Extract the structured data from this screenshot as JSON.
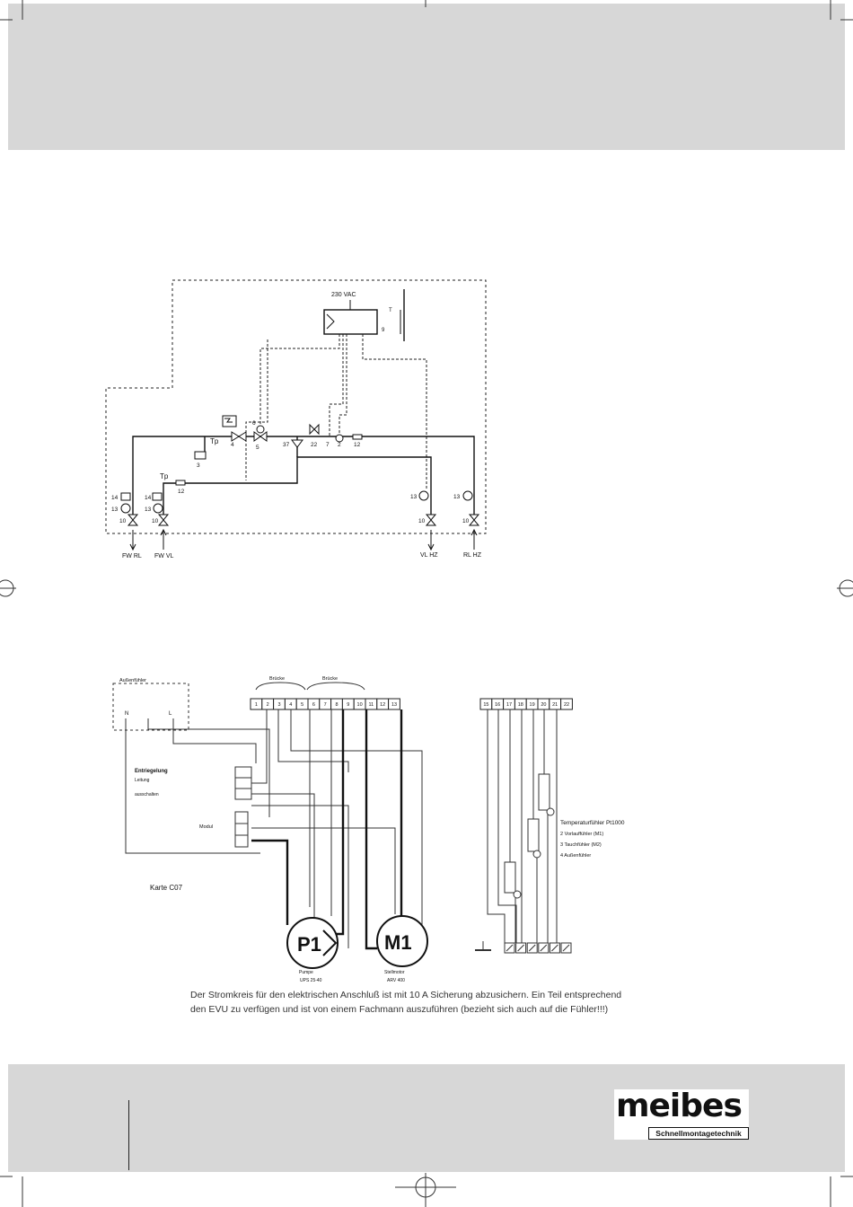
{
  "hydraulic": {
    "supply_voltage": "230 VAC",
    "sensor_t": "T",
    "tp": "Tp",
    "labels": {
      "n9": "9",
      "n4": "4",
      "n5": "5",
      "n6": "6",
      "n37": "37",
      "n22": "22",
      "n7": "7",
      "n2": "2",
      "n12a": "12",
      "n3": "3",
      "n12b": "12",
      "n14a": "14",
      "n13a": "13",
      "n10a": "10",
      "n14b": "14",
      "n13b": "13",
      "n10b": "10",
      "n13c": "13",
      "n10c": "10",
      "n13d": "13",
      "n10d": "10"
    },
    "ports": [
      "FW RL",
      "FW VL",
      "VL HZ",
      "RL HZ"
    ]
  },
  "wiring": {
    "outdoor_sensor_title": "Außenfühler",
    "bridge_1": "Brücke",
    "bridge_2": "Brücke",
    "terminals_a": [
      "1",
      "2",
      "3",
      "4",
      "5",
      "6",
      "7",
      "8",
      "9",
      "10",
      "11",
      "12",
      "13"
    ],
    "terminals_b": [
      "15",
      "16",
      "17",
      "18",
      "19",
      "20",
      "21",
      "22"
    ],
    "network_n": "N",
    "network_l": "L",
    "connect_title": "Entriegelung",
    "connect_sub_1": "Leitung",
    "connect_sub_2": "ausschalten",
    "module_label": "Modul",
    "card": "Karte C07",
    "pump_label": "P1",
    "motor_label": "M1",
    "pump_caption": "Pumpe",
    "pump_model": "UPS 25-40",
    "motor_caption": "Stellmotor",
    "motor_model": "ARV 400",
    "sensor_title": "Temperaturfühler Pt1000",
    "sensor_lines": [
      "2  Vorlauffühler (M1)",
      "3  Tauchfühler (M2)",
      "4  Außenfühler"
    ]
  },
  "note_lines": [
    "Der Stromkreis für den elektrischen Anschluß ist mit 10 A Sicherung abzusichern. Ein Teil entsprechend",
    "den EVU zu verfügen und ist von einem Fachmann auszuführen (bezieht sich auch auf die Fühler!!!)"
  ],
  "logo": {
    "word": "meibes",
    "tagline": "Schnellmontagetechnik"
  }
}
